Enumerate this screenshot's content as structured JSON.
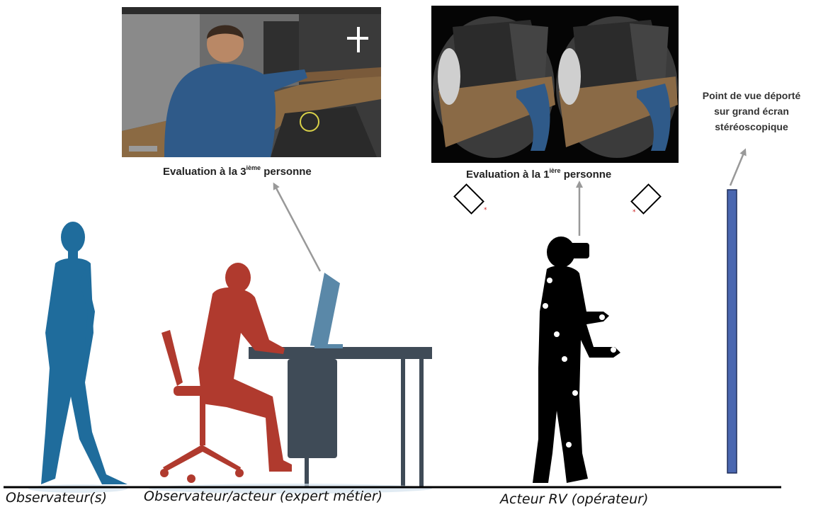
{
  "third_person_caption": {
    "prefix": "Evaluation à la 3",
    "sup": "ième",
    "suffix": " personne"
  },
  "first_person_caption": {
    "prefix": "Evaluation à la 1",
    "sup": "ière",
    "suffix": " personne"
  },
  "remote_view_label": [
    "Point de vue déporté",
    "sur grand écran",
    "stéréoscopique"
  ],
  "labels": {
    "observers": "Observateur(s)",
    "observer_actor": "Observateur/acteur (expert métier)",
    "vr_actor": "Acteur RV (opérateur)"
  },
  "colors": {
    "observer_figure": "#1f6c9c",
    "expert_figure": "#b03a2e",
    "vr_actor_figure": "#000000",
    "desk": "#3f4b57",
    "monitor": "#5a88a8",
    "screen_panel": "#4a67b0",
    "arrow": "#999999",
    "ground_line": "#000000"
  }
}
